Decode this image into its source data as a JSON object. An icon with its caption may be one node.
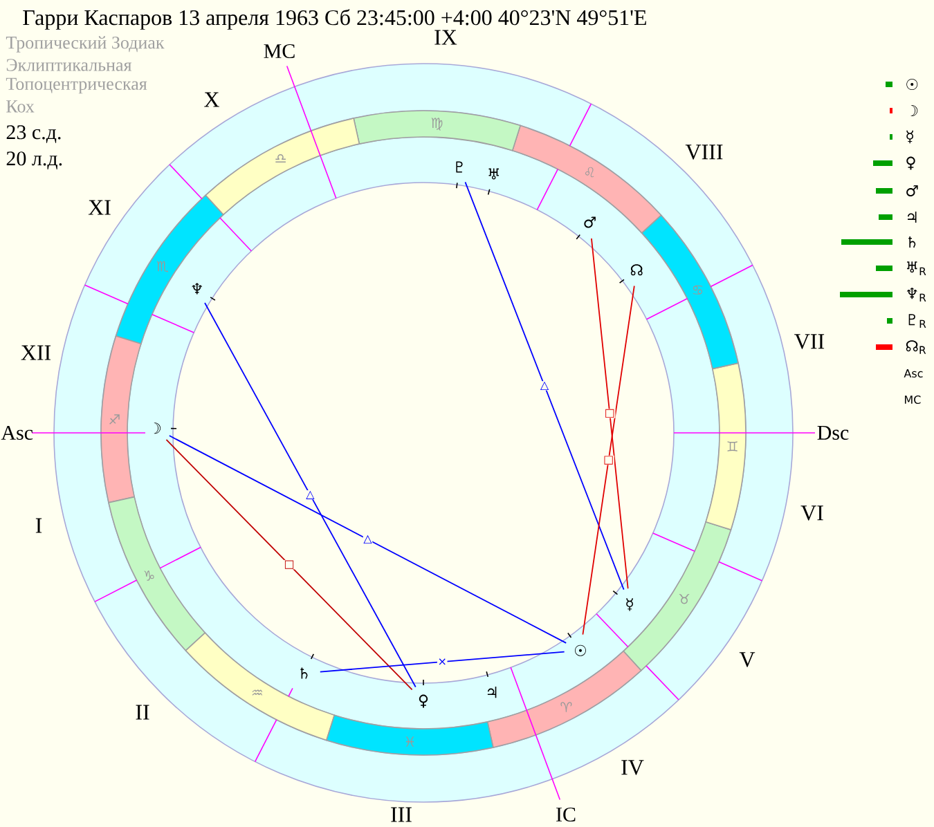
{
  "diagram": {
    "title": "Гарри Каспаров 13 апреля 1963 Сб 23:45:00 +4:00 40°23'N 49°51'E",
    "nodes": [
      {
        "text": [
          "♈"
        ]
      },
      {
        "text": [
          "♉"
        ]
      },
      {
        "text": [
          "♊"
        ]
      },
      {
        "text": [
          "♋"
        ]
      },
      {
        "text": [
          "♌"
        ]
      },
      {
        "text": [
          "♍"
        ]
      },
      {
        "text": [
          "♎"
        ]
      },
      {
        "text": [
          "♏"
        ]
      },
      {
        "text": [
          "♐"
        ]
      },
      {
        "text": [
          "♑"
        ]
      },
      {
        "text": [
          "♒"
        ]
      },
      {
        "text": [
          "♓"
        ]
      },
      {
        "text": [
          "☉"
        ]
      },
      {
        "text": [
          "☽"
        ]
      },
      {
        "text": [
          "☿"
        ]
      },
      {
        "text": [
          "♀"
        ]
      },
      {
        "text": [
          "♂"
        ]
      },
      {
        "text": [
          "♄"
        ]
      },
      {
        "text": [
          "♆"
        ]
      },
      {
        "text": [
          "♇"
        ]
      },
      {
        "text": [
          "☊"
        ]
      }
    ],
    "edges": [
      {
        "from": 18,
        "to": 15,
        "arrow": "none",
        "label": "△"
      },
      {
        "from": 13,
        "to": 12,
        "arrow": "none",
        "label": "△"
      },
      {
        "from": 13,
        "to": 15,
        "arrow": "none",
        "label": "□",
        "color": "#c00000"
      },
      {
        "from": 19,
        "to": 14,
        "arrow": "none",
        "label": "△"
      },
      {
        "from": 16,
        "to": 14,
        "arrow": "none",
        "label": "□",
        "color": "#e00000"
      },
      {
        "from": 20,
        "to": 12,
        "arrow": "none",
        "label": "□",
        "color": "#e00000"
      },
      {
        "from": 17,
        "to": 12,
        "arrow": "none",
        "label": "×"
      }
    ],
    "labels": [
      "Тропический Зодиак",
      "Эклиптикальная",
      "Топоцентрическая",
      "Кох",
      "23 с.д.",
      "20 л.д.",
      "IX",
      "MC",
      "X",
      "VIII",
      "XI",
      "♅",
      "VII",
      "XII",
      "Asc",
      "Dsc",
      "VI",
      "I",
      "V",
      "♃",
      "II",
      "IV",
      "IC",
      "III",
      "☉",
      "☽",
      "☿",
      "♀",
      "♂",
      "♃",
      "♄",
      "♅$_{R}$",
      "♆$_{R}$",
      "♇$_{R}$",
      "☊$_{R}$",
      "Asc",
      "MC"
    ]
  }
}
